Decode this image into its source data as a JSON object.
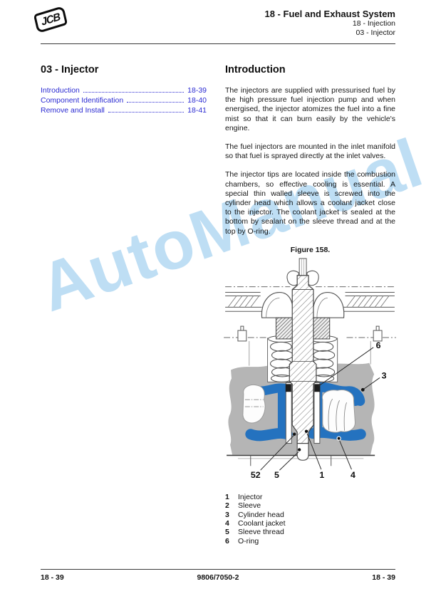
{
  "watermark": {
    "text": "AutoManual",
    "color": "#b9dcf3"
  },
  "header": {
    "logo": "JCB",
    "title": "18 - Fuel and Exhaust System",
    "subtitle1": "18 - Injection",
    "subtitle2": "03 - Injector"
  },
  "left": {
    "title": "03 - Injector",
    "toc": [
      {
        "label": "Introduction",
        "page": "18-39"
      },
      {
        "label": "Component Identification",
        "page": "18-40"
      },
      {
        "label": "Remove and Install",
        "page": "18-41"
      }
    ],
    "link_color": "#2a2ad2"
  },
  "right": {
    "title": "Introduction",
    "paragraphs": [
      "The injectors are supplied with pressurised fuel by the high pressure fuel injection pump and when energised, the injector atomizes the fuel into a fine mist so that it can burn easily by the vehicle's engine.",
      "The fuel injectors are mounted in the inlet manifold so that fuel is sprayed directly at the inlet valves.",
      "The injector tips are located inside the combustion chambers, so effective cooling is essential. A special thin walled sleeve is screwed into the cylinder head which allows a coolant jacket close to the injector. The coolant jacket is sealed at the bottom by sealant on the sleeve thread and at the top by O-ring."
    ],
    "figure": {
      "caption": "Figure 158.",
      "colors": {
        "head_gray": "#b5b5b5",
        "coolant_blue": "#2472bf"
      },
      "callouts": {
        "n1": "1",
        "n52": "52",
        "n3": "3",
        "n4": "4",
        "n5": "5",
        "n6": "6"
      },
      "legend": [
        {
          "num": "1",
          "label": "Injector"
        },
        {
          "num": "2",
          "label": "Sleeve"
        },
        {
          "num": "3",
          "label": "Cylinder head"
        },
        {
          "num": "4",
          "label": "Coolant jacket"
        },
        {
          "num": "5",
          "label": "Sleeve thread"
        },
        {
          "num": "6",
          "label": "O-ring"
        }
      ]
    }
  },
  "footer": {
    "left": "18 - 39",
    "center": "9806/7050-2",
    "right": "18 - 39"
  }
}
